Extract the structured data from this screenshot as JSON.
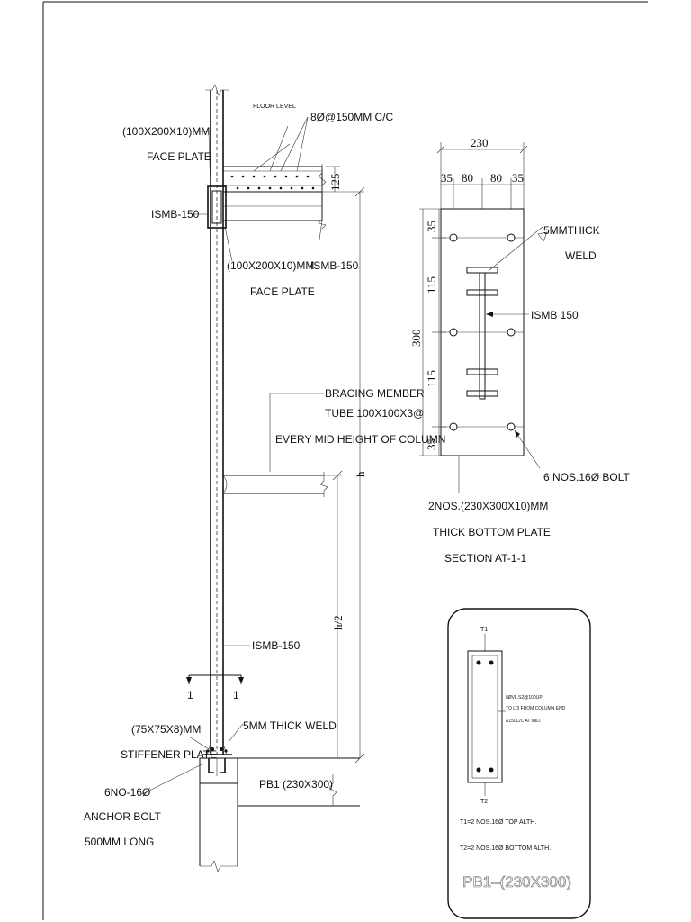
{
  "elevation": {
    "floor_level": "FLOOR LEVEL",
    "rebar_spacing": "8Ø@150MM C/C",
    "face_plate_top": [
      "(100X200X10)MM",
      "FACE PLATE"
    ],
    "isb_left": "ISMB-150",
    "face_plate_bottom": [
      "(100X200X10)MM",
      "FACE PLATE"
    ],
    "isb_beam": "ISMB-150",
    "slab_dim": "125",
    "bracing_note": [
      "BRACING MEMBER",
      "TUBE 100X100X3@",
      "EVERY MID HEIGHT OF COLUMN"
    ],
    "height_full": "h",
    "height_half": "h/2",
    "isb_column": "ISMB-150",
    "section_mark": "1",
    "weld_note": "5MM THICK WELD",
    "stiffener": [
      "(75X75X8)MM",
      "STIFFENER PLATE"
    ],
    "anchor_bolt": [
      "6NO-16Ø",
      "ANCHOR BOLT",
      "500MM LONG"
    ],
    "plinth_beam": "PB1 (230X300)"
  },
  "section_1_1": {
    "width_total": "230",
    "width_parts": [
      "35",
      "80",
      "80",
      "35"
    ],
    "height_total": "300",
    "height_parts": [
      "35",
      "115",
      "115",
      "35"
    ],
    "weld": [
      "5MMTHICK",
      "WELD"
    ],
    "ismb": "ISMB 150",
    "bolts": "6 NOS.16Ø BOLT",
    "caption": [
      "2NOS.(230X300X10)MM",
      "THICK  BOTTOM PLATE",
      "SECTION AT-1-1"
    ]
  },
  "beam_section": {
    "t1": "T1",
    "t2": "T2",
    "stirrup_note": [
      "8ØVL.S2@100UP",
      "TO L/3 FROM COLUMN END",
      "&150C/C AT MID."
    ],
    "t1_note": "T1=2 NOS.16Ø TOP ALTH.",
    "t2_note": "T2=2 NOS.16Ø BOTTOM ALTH.",
    "title": "PB1–(230X300)"
  }
}
